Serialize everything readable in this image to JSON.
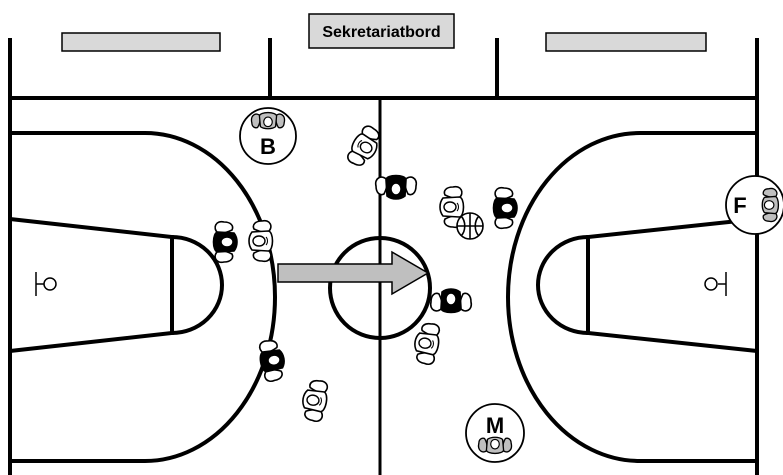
{
  "scorers_table": {
    "label": "Sekretariatbord"
  },
  "referees": [
    {
      "letter": "B"
    },
    {
      "letter": "F"
    },
    {
      "letter": "M"
    }
  ],
  "colors": {
    "line": "#000000",
    "bench_fill": "#d9d9d9",
    "arrow_fill": "#bfbfbf",
    "referee_fill": "#bfbfbf",
    "player_dark": "#000000",
    "player_light": "#ffffff",
    "background": "#ffffff"
  },
  "icons": {
    "player": "player-topdown-icon",
    "ball": "basketball-icon",
    "basket": "basket-icon",
    "arrow": "play-direction-arrow-icon",
    "referee": "referee-icon"
  }
}
